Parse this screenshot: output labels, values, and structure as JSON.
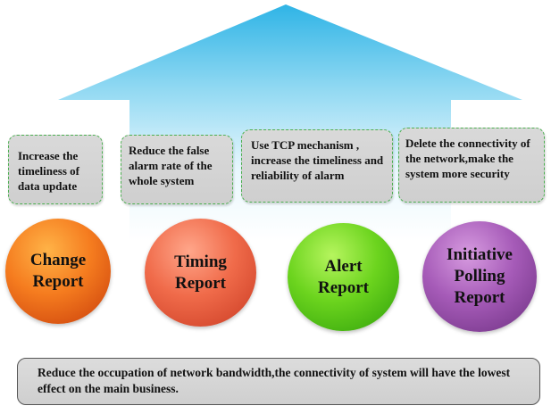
{
  "notes": [
    {
      "text": "Increase the timeliness of data update"
    },
    {
      "text": "Reduce the false alarm rate of the whole system"
    },
    {
      "text": "Use TCP mechanism , increase the timeliness and reliability of alarm"
    },
    {
      "text": "Delete the connectivity of the network,make the system more security"
    }
  ],
  "circles": [
    {
      "line1": "Change",
      "line2": "Report",
      "line3": ""
    },
    {
      "line1": "Timing",
      "line2": "Report",
      "line3": ""
    },
    {
      "line1": "Alert",
      "line2": "Report",
      "line3": ""
    },
    {
      "line1": "Initiative",
      "line2": "Polling",
      "line3": "Report"
    }
  ],
  "bottom": {
    "text": "Reduce the occupation of network bandwidth,the connectivity of system will have the lowest effect on the main business."
  },
  "colors": {
    "house_top": "#2fb4e6",
    "house_bottom": "#ffffff",
    "note_border": "#4caf50",
    "note_fill": "#d6d6d6",
    "change_report": "#f57c1f",
    "timing_report": "#f06b4a",
    "alert_report": "#6cd41e",
    "initiative_polling_report": "#a65bb8"
  }
}
